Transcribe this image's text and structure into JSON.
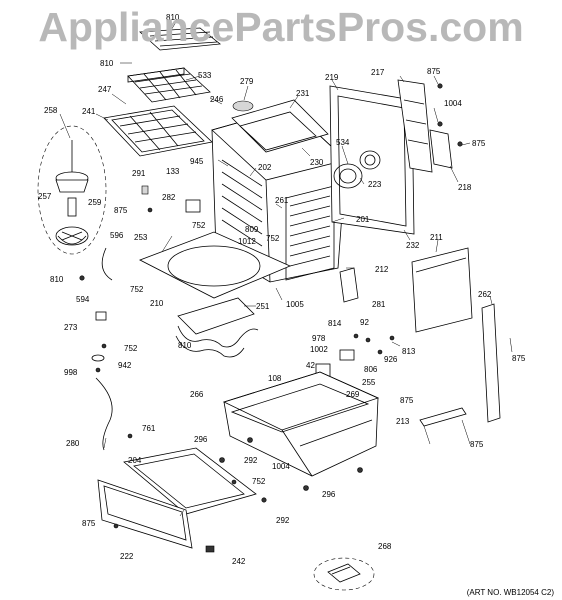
{
  "watermark": "AppliancePartsPros.com",
  "art_number": "(ART NO. WB12054 C2)",
  "part_labels": {
    "p810a": "810",
    "p810b": "810",
    "p533": "533",
    "p279": "279",
    "p219": "219",
    "p217": "217",
    "p875a": "875",
    "p1004a": "1004",
    "p875b": "875",
    "p258": "258",
    "p247": "247",
    "p241": "241",
    "p246": "246",
    "p231": "231",
    "p534": "534",
    "p223": "223",
    "p218": "218",
    "p945": "945",
    "p230": "230",
    "p202": "202",
    "p133": "133",
    "p291": "291",
    "p282": "282",
    "p261": "261",
    "p257": "257",
    "p259": "259",
    "p875c": "875",
    "p752a": "752",
    "p809": "809",
    "p752b": "752",
    "p1012": "1012",
    "p201": "201",
    "p211": "211",
    "p596": "596",
    "p253": "253",
    "p232": "232",
    "p810c": "810",
    "p212": "212",
    "p262": "262",
    "p752c": "752",
    "p594": "594",
    "p210": "210",
    "p1005": "1005",
    "p281": "281",
    "p251": "251",
    "p273": "273",
    "p810d": "810",
    "p814": "814",
    "p92": "92",
    "p978": "978",
    "p752d": "752",
    "p1002": "1002",
    "p813": "813",
    "p875d": "875",
    "p942": "942",
    "p42": "42",
    "p806": "806",
    "p926": "926",
    "p998": "998",
    "p108": "108",
    "p255": "255",
    "p266": "266",
    "p269": "269",
    "p875e": "875",
    "p213": "213",
    "p280": "280",
    "p761": "761",
    "p296a": "296",
    "p875f": "875",
    "p204": "204",
    "p292a": "292",
    "p1004b": "1004",
    "p752e": "752",
    "p296b": "296",
    "p875g": "875",
    "p292b": "292",
    "p222": "222",
    "p268": "268",
    "p242": "242"
  }
}
